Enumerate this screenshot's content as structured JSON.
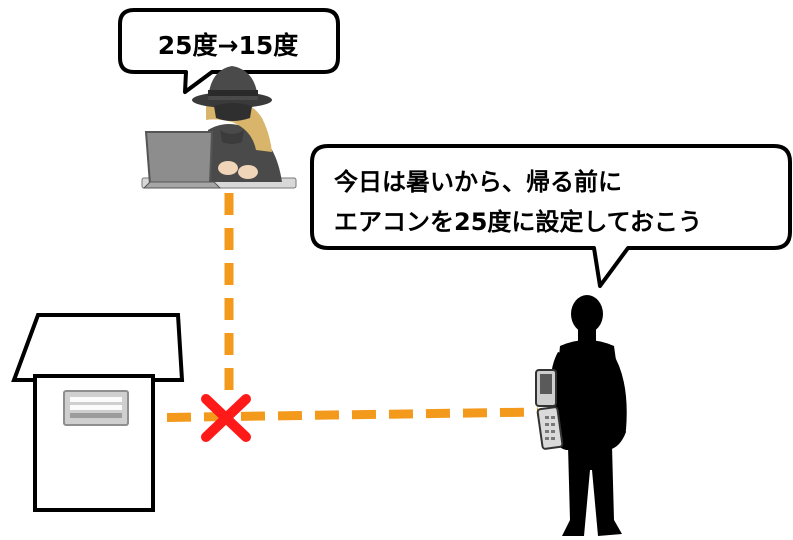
{
  "hacker_bubble": {
    "text": "25度→15度"
  },
  "victim_bubble": {
    "line1": "今日は暑いから、帰る前に",
    "line2": "エアコンを25度に設定しておこう"
  },
  "colors": {
    "link_line": "#f39a1c",
    "attack_mark": "#ff1a1a",
    "outline": "#000000",
    "silhouette": "#000000",
    "hacker_clothes": "#4a4a4a",
    "aircon": "#a9a9a9"
  },
  "icons": {
    "house": "house-icon",
    "aircon": "air-conditioner-icon",
    "hacker": "hacker-at-laptop-icon",
    "person": "person-silhouette-icon",
    "phone": "flip-phone-icon",
    "attack": "x-mark-icon"
  }
}
